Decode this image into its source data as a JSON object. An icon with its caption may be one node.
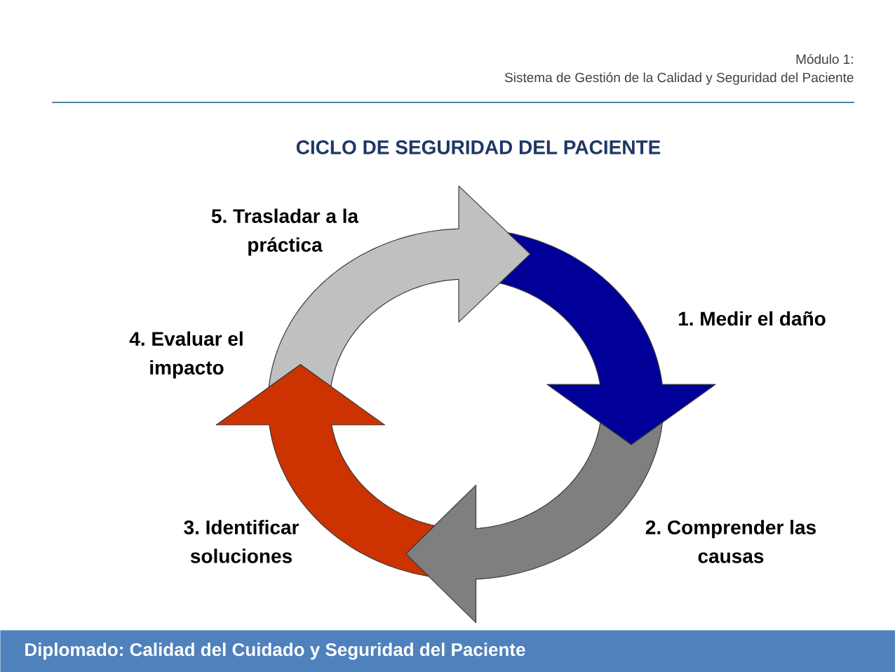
{
  "diagram": {
    "title": "CICLO DE SEGURIDAD DEL PACIENTE",
    "nodes": [
      {
        "text": [
          "Diplomado: Calidad del Cuidado y Seguridad del Paciente"
        ]
      }
    ],
    "labels": [
      "Módulo 1:",
      "Sistema de Gestión de la Calidad y Seguridad del Paciente",
      "5. Trasladar a la práctica",
      "4. Evaluar el impacto",
      "1. Medir el daño",
      "3. Identificar soluciones",
      "2. Comprender las causas"
    ]
  }
}
